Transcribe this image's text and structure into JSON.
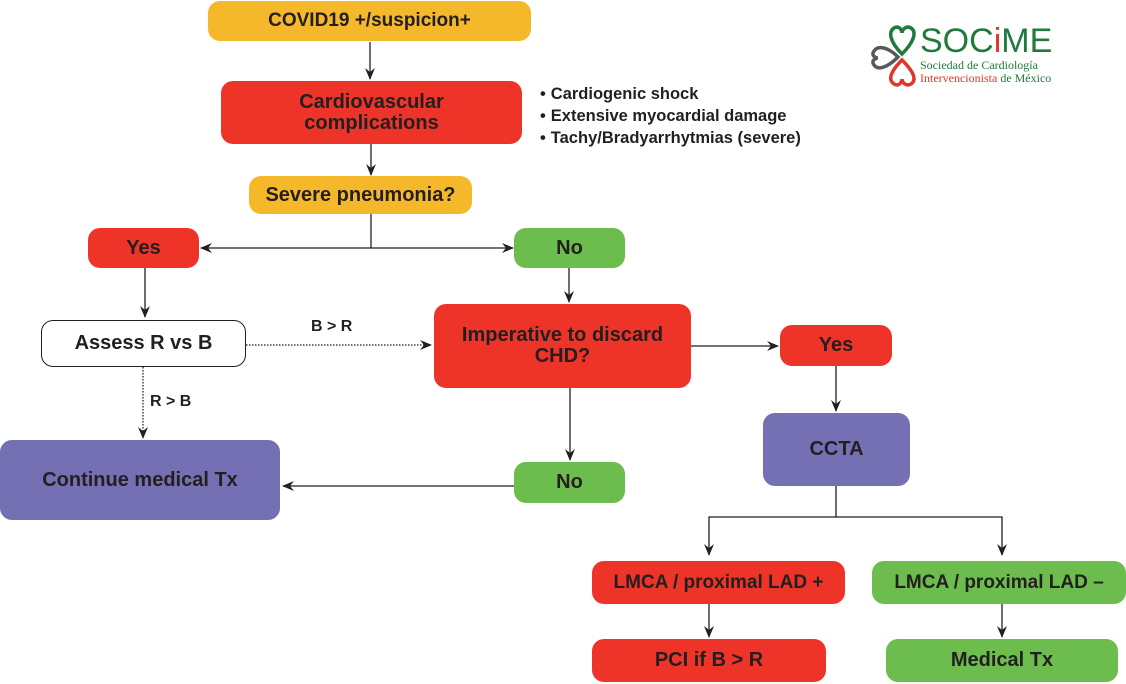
{
  "colors": {
    "yellow": "#f5b82a",
    "red": "#ee3429",
    "green": "#6cbd4d",
    "purple": "#7570b3",
    "line": "#231f20"
  },
  "logo": {
    "brand_prefix": "SOC",
    "brand_i": "i",
    "brand_suffix": "ME",
    "line1": "Sociedad de Cardiología",
    "line2_a": "Intervencionista",
    "line2_b": " de México",
    "icon": "three-hearts-icon"
  },
  "nodes": {
    "covid": "COVID19 +/suspicion+",
    "cv_complications": "Cardiovascular complications",
    "severe_pneumonia": "Severe pneumonia?",
    "pneumonia_yes": "Yes",
    "pneumonia_no": "No",
    "assess": "Assess R vs B",
    "imperative": "Imperative to discard CHD?",
    "chd_yes": "Yes",
    "chd_no": "No",
    "continue_tx": "Continue medical Tx",
    "ccta": "CCTA",
    "lmca_pos": "LMCA / proximal LAD +",
    "lmca_neg": "LMCA / proximal LAD –",
    "pci": "PCI if B > R",
    "medical_tx": "Medical Tx"
  },
  "complications_list": [
    "Cardiogenic shock",
    "Extensive myocardial damage",
    "Tachy/Bradyarrhytmias (severe)"
  ],
  "edge_labels": {
    "b_gt_r": "B > R",
    "r_gt_b": "R > B"
  }
}
